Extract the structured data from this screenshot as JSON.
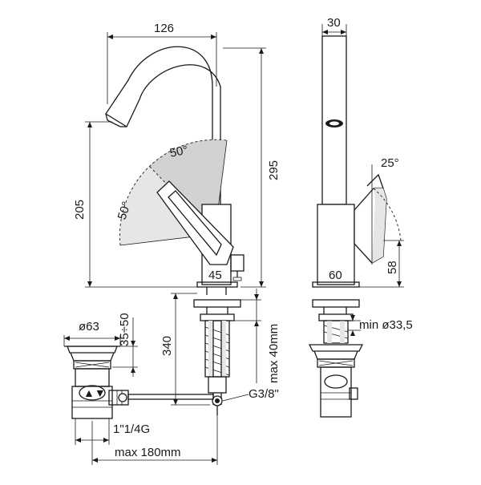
{
  "dimensions": {
    "spout_reach": "126",
    "width_side": "30",
    "height_total": "295",
    "height_spout": "205",
    "angle_top": "50°",
    "angle_left": "50°",
    "angle_side": "25°",
    "base_front": "45",
    "base_side": "60",
    "lever_height": "58",
    "shank_length": "340",
    "max_deck": "max 40mm",
    "min_hole": "min ø33,5",
    "connection": "G3/8\"",
    "waste_dia": "ø63",
    "waste_range": "35÷50",
    "waste_thread": "1\"1/4G",
    "max_rod": "max 180mm"
  }
}
